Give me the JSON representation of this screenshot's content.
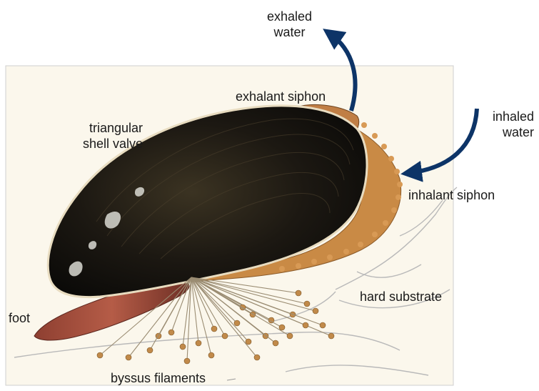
{
  "labels": {
    "exhaled_water": [
      "exhaled",
      "water"
    ],
    "exhalant_siphon": "exhalant siphon",
    "inhaled_water": [
      "inhaled",
      "water"
    ],
    "triangular_shell_valve": [
      "triangular",
      "shell valve"
    ],
    "inhalant_siphon": "inhalant siphon",
    "hard_substrate": "hard substrate",
    "foot": "foot",
    "byssus_filaments": "byssus filaments"
  },
  "colors": {
    "arrow": "#0d3467",
    "shell": "#15120e",
    "shell_rim": "#e8dcc0",
    "mantle": "#c98a45",
    "foot": "#a4513e",
    "byssus_thread": "#9a8c72",
    "byssus_tip": "#c18a4a",
    "paper": "#fbf7ec"
  }
}
